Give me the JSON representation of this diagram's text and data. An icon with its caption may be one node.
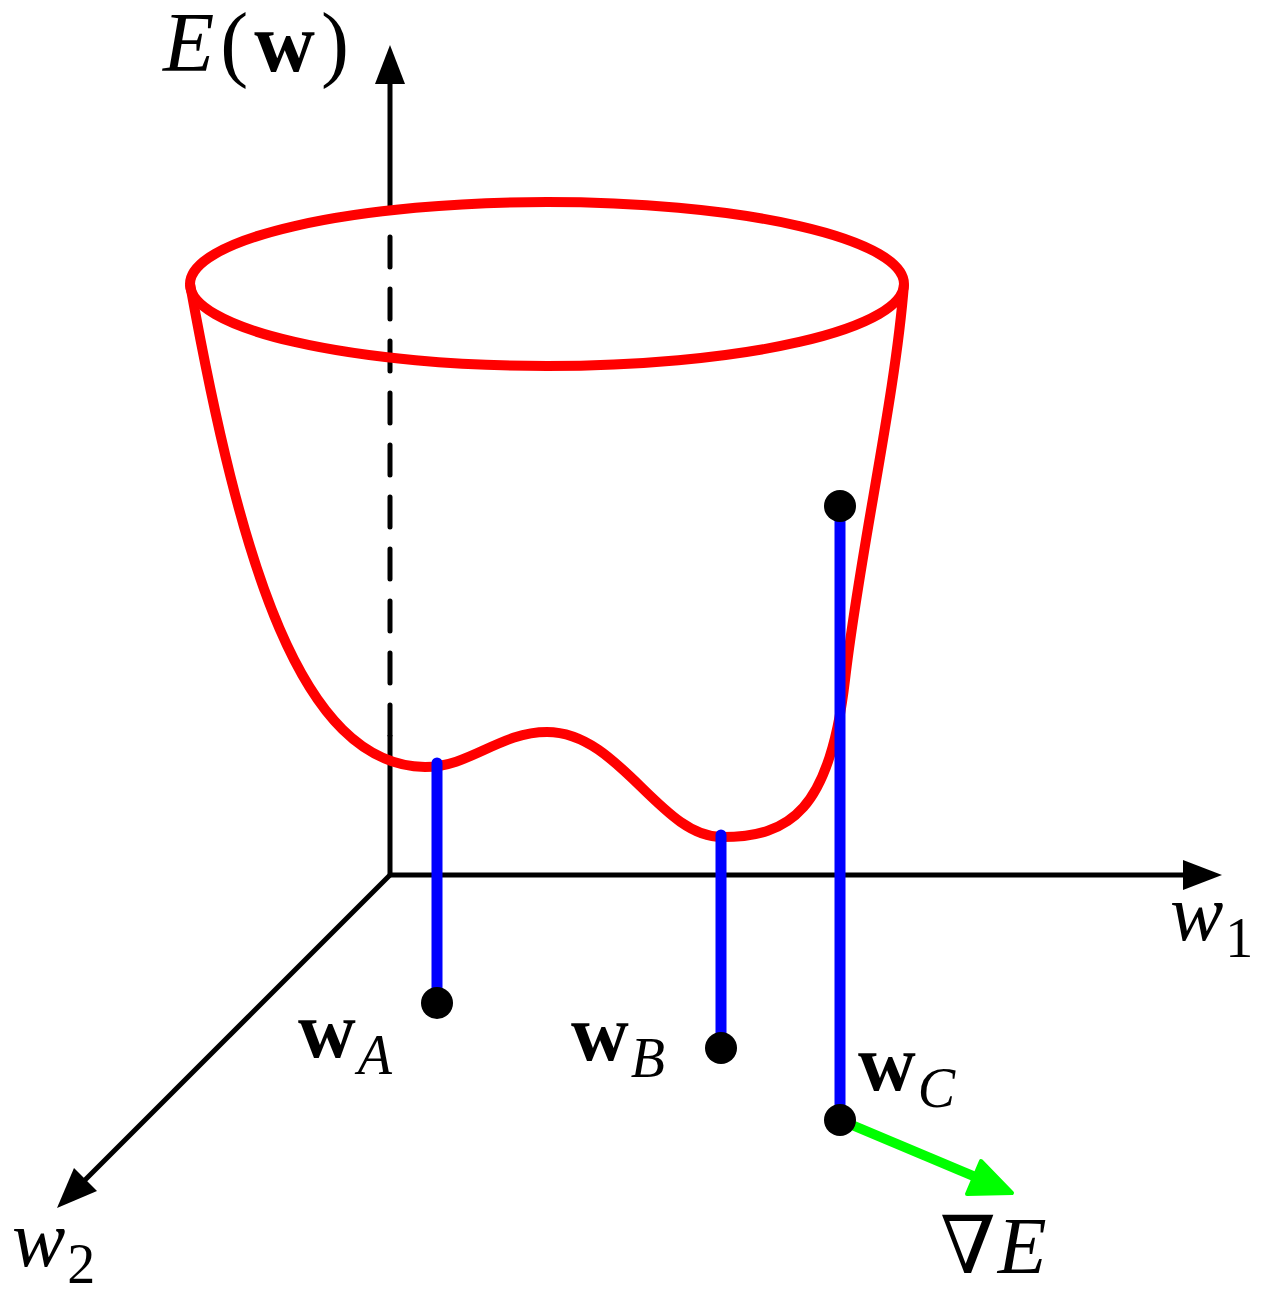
{
  "diagram": {
    "labels": [
      "*E*(**w**)",
      "*w*$_{1}$",
      "**w**$_{A}$",
      "**w**$_{B}$",
      "**w**$_{C}$",
      "*w*$_{2}$",
      "∇*E*"
    ]
  }
}
